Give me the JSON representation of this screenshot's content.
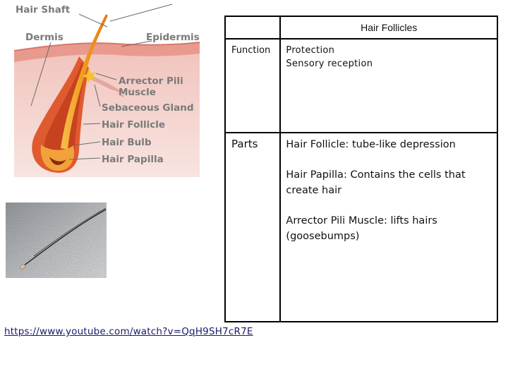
{
  "diagram": {
    "labels": {
      "hair_shaft": "Hair Shaft",
      "dermis": "Dermis",
      "epidermis": "Epidermis",
      "arrector_1": "Arrector Pili",
      "arrector_2": "Muscle",
      "sebaceous": "Sebaceous Gland",
      "follicle": "Hair Follicle",
      "bulb": "Hair Bulb",
      "papilla": "Hair Papilla"
    },
    "colors": {
      "skin_top": "#f1c2bb",
      "skin_bottom": "#f7e1dd",
      "epidermis": "#e98f84",
      "follicle": "#e2562e",
      "hair": "#f0a020",
      "label": "#7a7a7a"
    }
  },
  "photo": {
    "icon": "hair-strand-photo"
  },
  "link": {
    "text": "https://www.youtube.com/watch?v=QqH9SH7cR7E"
  },
  "table": {
    "title": "Hair Follicles",
    "function_label": "Function",
    "function_values": [
      "Protection",
      "Sensory reception"
    ],
    "parts_label": "Parts",
    "parts_values": [
      "Hair Follicle:  tube-like depression",
      "Hair Papilla:  Contains the cells that create hair",
      "Arrector Pili Muscle:  lifts hairs (goosebumps)"
    ]
  }
}
